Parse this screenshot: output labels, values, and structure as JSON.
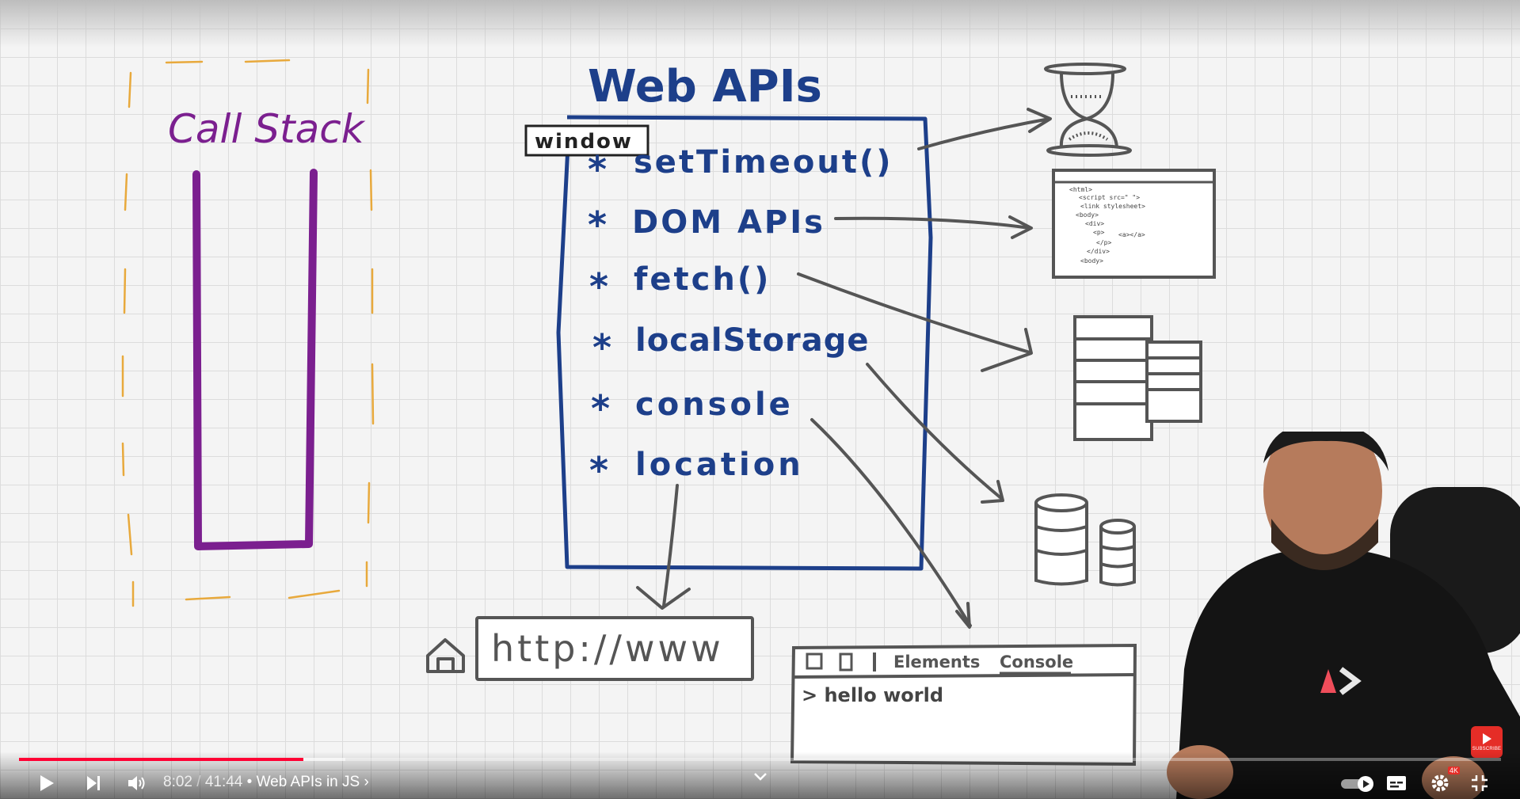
{
  "board": {
    "call_stack_title": "Call Stack",
    "web_apis_title": "Web APIs",
    "window_label": "window",
    "api_items": [
      {
        "label": "setTimeout()"
      },
      {
        "label": "DOM APIs"
      },
      {
        "label": "fetch()"
      },
      {
        "label": "localStorage"
      },
      {
        "label": "console"
      },
      {
        "label": "location"
      }
    ],
    "bullet": "*",
    "url_text": "http://www",
    "devtools": {
      "tab_elements": "Elements",
      "tab_console": "Console",
      "console_output": "> hello world"
    },
    "html_snippet": [
      "<html>",
      "<script src=\" \">",
      "<link stylesheet>",
      "<body>",
      "<div>",
      "<p>",
      "<a></a>",
      "</p>",
      "</div>",
      "<body>"
    ],
    "colors": {
      "call_stack": "#7b1f8f",
      "web_apis": "#1d3f8a",
      "dashed_border": "#e8a93c",
      "sketch": "#555555"
    }
  },
  "player": {
    "progress": {
      "played_fraction": 0.192,
      "buffered_fraction": 0.22
    },
    "time_current": "8:02",
    "time_separator": "/",
    "time_total": "41:44",
    "chapter": "• Web APIs in JS ›",
    "quality_badge": "4K",
    "subscribe_label": "SUBSCRIBE",
    "icons": [
      "play-icon",
      "next-icon",
      "volume-icon",
      "chevron-down-icon",
      "autoplay-toggle-icon",
      "captions-icon",
      "settings-icon",
      "exit-fullscreen-icon"
    ],
    "colors": {
      "progress_played": "#ff0033",
      "progress_track": "#ffffff"
    }
  }
}
